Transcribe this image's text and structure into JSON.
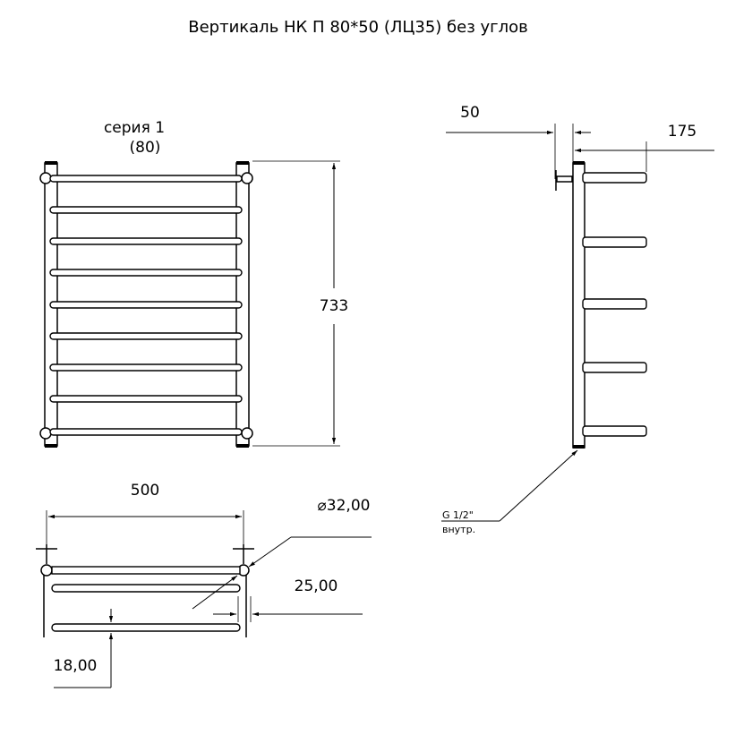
{
  "title": "Вертикаль НК П 80*50 (ЛЦ35) без углов",
  "front_view": {
    "series_line1": "серия 1",
    "series_line2": "(80)",
    "height_dim": "733"
  },
  "top_view": {
    "width_dim": "500",
    "diameter_dim": "⌀32,00",
    "offset_dim": "25,00",
    "spacing_dim": "18,00"
  },
  "side_view": {
    "wall_gap_dim": "50",
    "depth_dim": "175",
    "thread_line1": "G 1/2\"",
    "thread_line2": "внутр."
  }
}
